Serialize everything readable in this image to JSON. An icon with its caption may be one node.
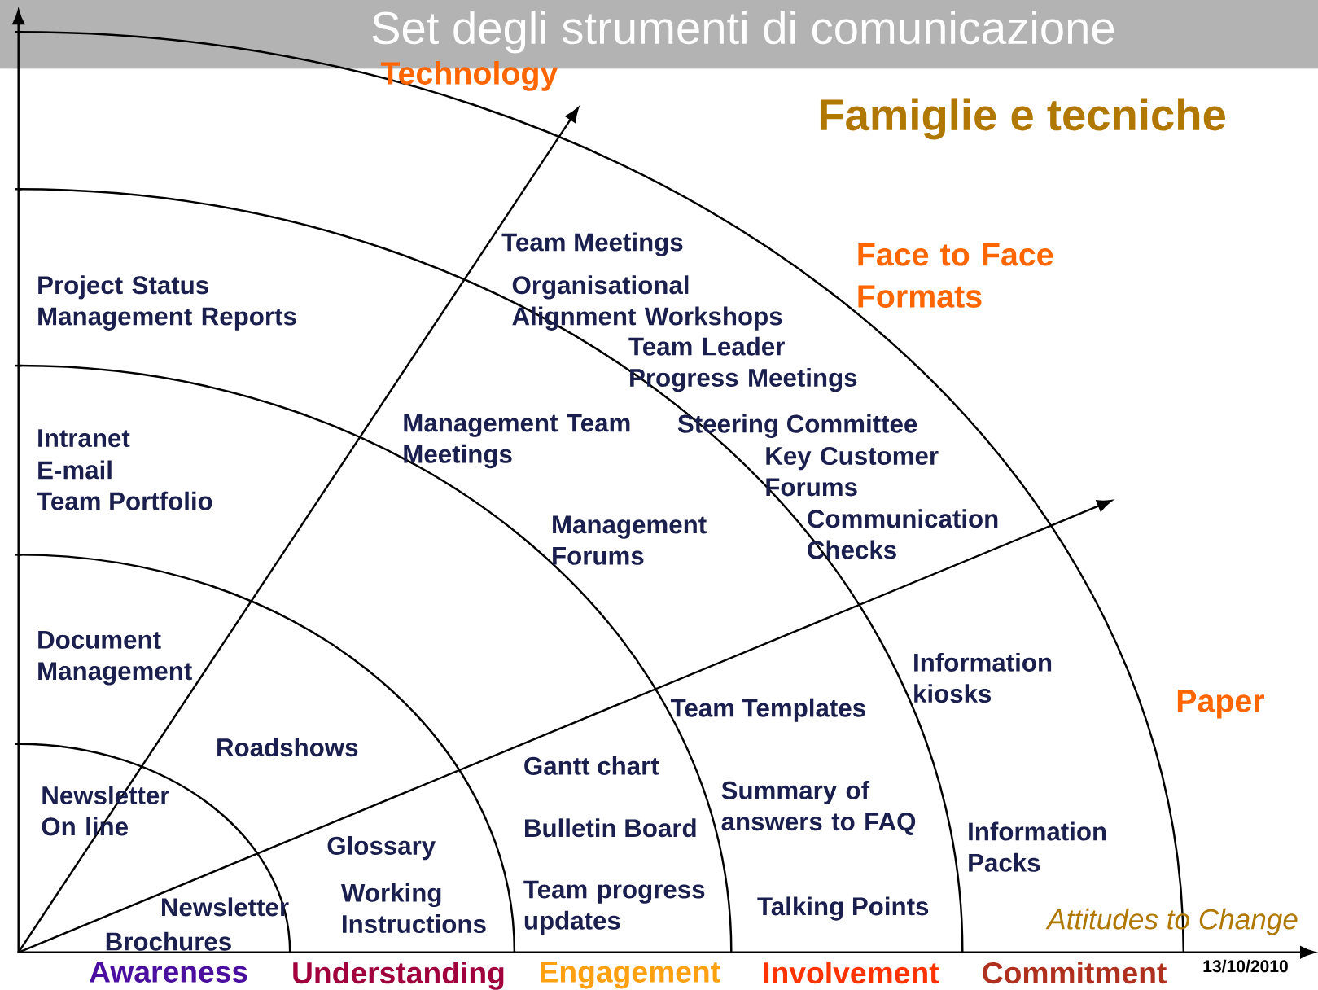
{
  "diagram": {
    "title": "Set degli strumenti di comunicazione",
    "labels": [
      "Technology",
      "Famiglie e tecniche",
      "Team Meetings",
      "Face to Face Formats",
      "Project Status Management Reports",
      "Organisational Alignment Workshops",
      "Team Leader Progress Meetings",
      "Management Team Meetings",
      "Steering Committee",
      "Intranet",
      "Key Customer Forums",
      "E-mail",
      "Team Portfolio",
      "Communication Checks",
      "Management Forums",
      "Document Management",
      "Information kiosks",
      "Paper",
      "Team Templates",
      "Roadshows",
      "Gantt chart",
      "Summary of answers to FAQ",
      "Newsletter On line",
      "Bulletin Board",
      "Information Packs",
      "Glossary",
      "Working Instructions",
      "Team progress updates",
      "Newsletter",
      "Talking Points",
      "Attitudes to Change",
      "Brochures",
      "Awareness",
      "Understanding",
      "Engagement",
      "Involvement",
      "Commitment",
      "13/10/2010"
    ]
  }
}
